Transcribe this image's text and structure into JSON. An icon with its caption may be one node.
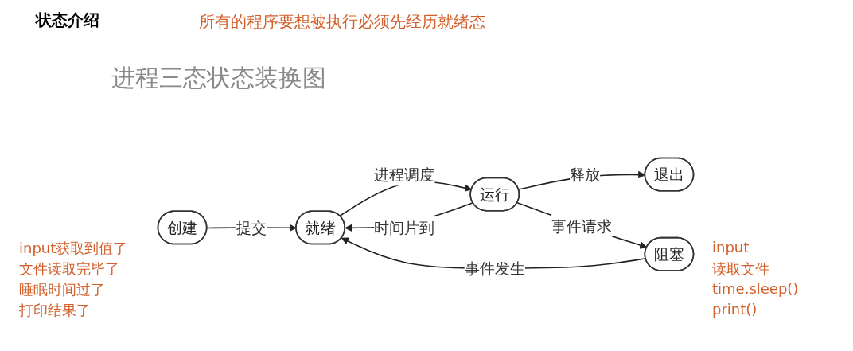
{
  "diagram": {
    "title": "状态介绍",
    "nodes": [
      {
        "text": [
          "创建"
        ]
      },
      {
        "text": [
          "就绪"
        ]
      },
      {
        "text": [
          "运行"
        ]
      },
      {
        "text": [
          "退出"
        ]
      },
      {
        "text": [
          "阻塞"
        ]
      }
    ],
    "edges": [
      {
        "from": 0,
        "to": 1,
        "arrow": "to",
        "label": "提交"
      },
      {
        "from": 1,
        "to": 2,
        "arrow": "to",
        "label": "进程调度"
      },
      {
        "from": 2,
        "to": 1,
        "arrow": "to",
        "label": "时间片到"
      },
      {
        "from": 2,
        "to": 3,
        "arrow": "to",
        "label": "释放"
      },
      {
        "from": 2,
        "to": 4,
        "arrow": "to",
        "label": "事件请求"
      },
      {
        "from": 4,
        "to": 1,
        "arrow": "to",
        "label": "事件发生"
      }
    ],
    "labels": [
      "所有的程序要想被执行必须先经历就绪态",
      "进程三态状态装换图",
      "input获取到值了",
      "文件读取完毕了",
      "睡眠时间过了",
      "打印结果了",
      "input",
      "读取文件",
      "time.sleep()",
      "print()"
    ]
  }
}
